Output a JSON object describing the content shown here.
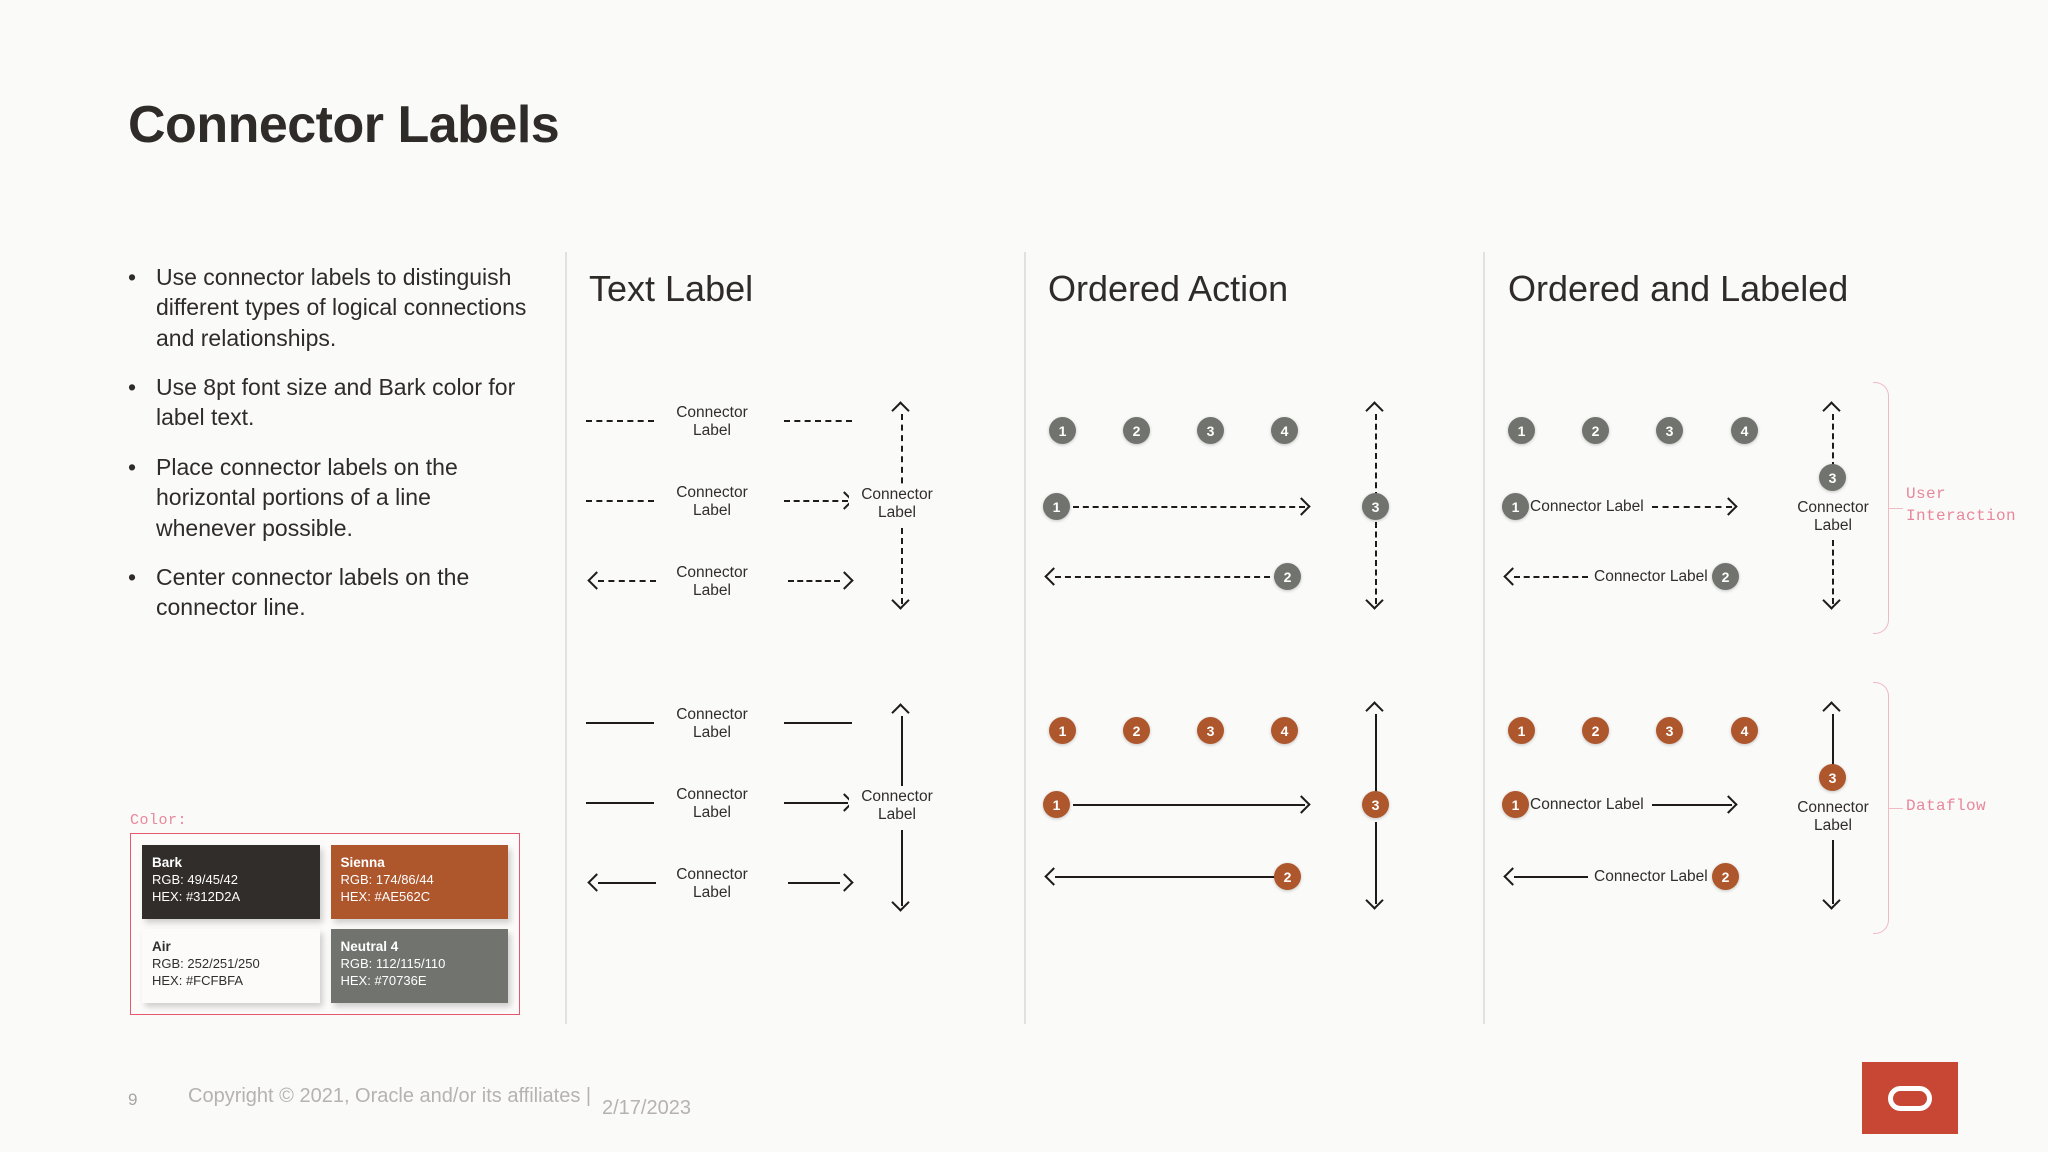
{
  "slide": {
    "title": "Connector Labels",
    "page_number": "9",
    "copyright": "Copyright © 2021, Oracle and/or its affiliates |",
    "date": "2/17/2023",
    "logo_name": "oracle-logo",
    "background_hex": "#FAFAF9"
  },
  "bullets": {
    "marker": "•",
    "items": [
      "Use connector labels to distinguish different types of logical connections and relationships.",
      "Use 8pt font size and Bark color for label text.",
      "Place connector labels on the horizontal portions of a line whenever possible.",
      "Center connector labels on the connector line."
    ]
  },
  "color_legend": {
    "title": "Color:",
    "accent_hex": "#E8566C",
    "swatches": [
      {
        "name": "Bark",
        "rgb": "RGB: 49/45/42",
        "hex": "HEX: #312D2A",
        "swatch_hex": "#312D2A"
      },
      {
        "name": "Sienna",
        "rgb": "RGB: 174/86/44",
        "hex": "HEX: #AE562C",
        "swatch_hex": "#AE562C"
      },
      {
        "name": "Air",
        "rgb": "RGB: 252/251/250",
        "hex": "HEX: #FCFBFA",
        "swatch_hex": "#FCFBFA"
      },
      {
        "name": "Neutral 4",
        "rgb": "RGB: 112/115/110",
        "hex": "HEX: #70736E",
        "swatch_hex": "#70736E"
      }
    ]
  },
  "columns": [
    {
      "heading": "Text Label"
    },
    {
      "heading": "Ordered Action"
    },
    {
      "heading": "Ordered and Labeled"
    }
  ],
  "connector_label": "Connector Label",
  "connector_label_line1": "Connector",
  "connector_label_line2": "Label",
  "badges": {
    "neutral_hex": "#70736E",
    "sienna_hex": "#AE562C",
    "row_sequence": [
      "1",
      "2",
      "3",
      "4"
    ],
    "flow_forward": "1",
    "flow_back": "2",
    "vertical": "3"
  },
  "annotations": [
    {
      "label_line1": "User",
      "label_line2": "Interaction",
      "color_hex": "#E9879A"
    },
    {
      "label_line1": "Dataflow",
      "label_line2": "",
      "color_hex": "#E9879A"
    }
  ]
}
